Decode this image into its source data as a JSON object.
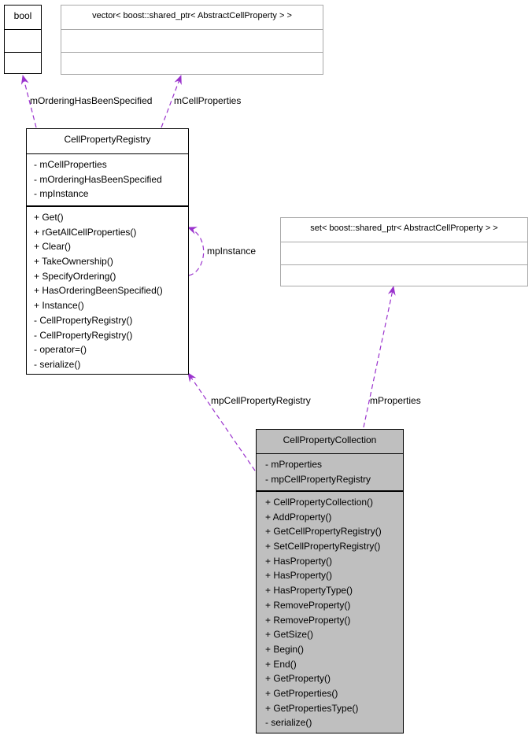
{
  "classes": {
    "bool": {
      "name": "bool"
    },
    "vector": {
      "name": "vector< boost::shared_ptr< AbstractCellProperty > >"
    },
    "registry": {
      "name": "CellPropertyRegistry",
      "attributes": [
        "- mCellProperties",
        "- mOrderingHasBeenSpecified",
        "- mpInstance"
      ],
      "methods": [
        "+ Get()",
        "+ rGetAllCellProperties()",
        "+ Clear()",
        "+ TakeOwnership()",
        "+ SpecifyOrdering()",
        "+ HasOrderingBeenSpecified()",
        "+ Instance()",
        "- CellPropertyRegistry()",
        "- CellPropertyRegistry()",
        "- operator=()",
        "- serialize()"
      ]
    },
    "set": {
      "name": "set< boost::shared_ptr< AbstractCellProperty > >"
    },
    "collection": {
      "name": "CellPropertyCollection",
      "attributes": [
        "- mProperties",
        "- mpCellPropertyRegistry"
      ],
      "methods": [
        "+ CellPropertyCollection()",
        "+ AddProperty()",
        "+ GetCellPropertyRegistry()",
        "+ SetCellPropertyRegistry()",
        "+ HasProperty()",
        "+ HasProperty()",
        "+ HasPropertyType()",
        "+ RemoveProperty()",
        "+ RemoveProperty()",
        "+ GetSize()",
        "+ Begin()",
        "+ End()",
        "+ GetProperty()",
        "+ GetProperties()",
        "+ GetPropertiesType()",
        "- serialize()"
      ]
    }
  },
  "edges": {
    "ordering": "mOrderingHasBeenSpecified",
    "cellprops": "mCellProperties",
    "instance": "mpInstance",
    "registry": "mpCellPropertyRegistry",
    "properties": "mProperties"
  },
  "colors": {
    "edge": "#9a32cd",
    "focus_fill": "#bfbfbf",
    "template_border": "#a9a9a9"
  }
}
